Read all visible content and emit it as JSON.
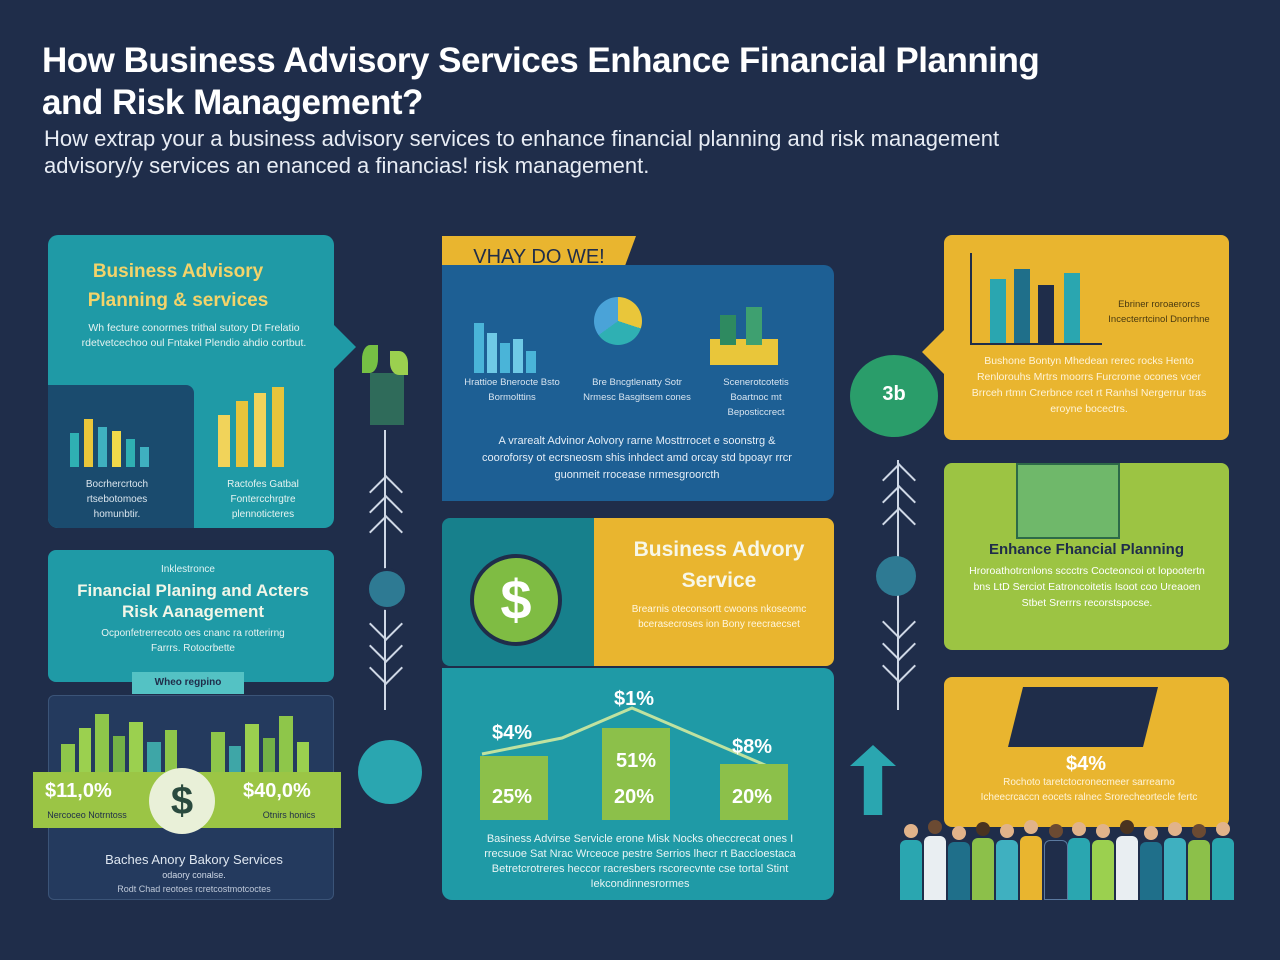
{
  "header": {
    "title": "How Business Advisory Services Enhance Financial Planning and Risk Management?",
    "subtitle": "How extrap your a business advisory services to enhance financial planning and risk management advisory/y services an enanced a financias! risk management."
  },
  "left": {
    "top_title": "Business Advisory Planning & services",
    "top_text": "Wh fecture conormes trithal sutory Dt Frelatio rdetvetcechoo oul Fntakel Plendio ahdio cortbut.",
    "chart1_caption": "Bocrhercrtoch rtsebotomoes homunbtir.",
    "chart2_caption": "Ractofes Gatbal Fontercchrgtre plennoticteres",
    "mid_tag": "Inklestronce",
    "mid_title": "Financial Planing and Acters Risk Aanagement",
    "mid_text": "Ocponfetrerrecoto oes cnanc ra rotterirng Farrrs. Rotocrbette",
    "ribbon": "Wheo regpino",
    "left_pct": "$11,0%",
    "right_pct": "$40,0%",
    "left_pct_caption": "Nercoceo Notrntoss",
    "right_pct_caption": "Otnirs honics",
    "bottom_title": "Baches Anory Bakory Services",
    "bottom_sub": "odaory conalse.",
    "bottom_small": "Rodt Chad reotoes rcretcostmotcoctes"
  },
  "center": {
    "tag": "VHAY DO WE!",
    "icons": [
      {
        "caption": "Hrattioe Bnerocte Bsto Bormolttins",
        "icon": "building-chart-icon"
      },
      {
        "caption": "Bre Bncgtlenatty Sotr Nrmesc Basgitsem cones",
        "icon": "pie-chart-icon"
      },
      {
        "caption": "Scenerotcotetis Boartnoc mt Beposticcrect",
        "icon": "landscape-icon"
      }
    ],
    "blue_text": "A vrarealt Advinor Aolvory rarne Mosttrrocet e soonstrg & cooroforsy ot ecrsneosm shis inhdect amd orcay std bpoayr rrcr guonmeit rrocease nrmesgroorcth",
    "service_title": "Business Advory Service",
    "service_text": "Brearnis oteconsortt cwoons nkoseomc bcerasecroses ion Bony reecraecset",
    "chart_top": "$1%",
    "chart_left": "$4%",
    "chart_right": "$8%",
    "chart_mid": "51%",
    "bars": [
      "25%",
      "20%",
      "20%"
    ],
    "bottom_text": "Basiness Advirse Servicle erone Misk Nocks oheccrecat ones I rrecsuoe Sat Nrac Wrceoce pestre Serrios lhecr rt Baccloestaca Betretcrotreres heccor racresbers rscorecvnte cse tortal Stint Iekcondinnesrormes"
  },
  "right": {
    "top_text": "Ebriner roroaerorcs Incecterrtcinol Dnorrhne",
    "top_para": "Bushone Bontyn Mhedean rerec rocks Hento Renlorouhs Mrtrs moorrs Furcrome ocones voer Brrceh rtmn Crerbnce rcet rt Ranhsl Nergerrur tras eroyne bocectrs.",
    "badge": "3b",
    "green_title": "Enhance Fhancial Planning",
    "green_text": "Hroroathotrcnlons sccctrs Cocteoncoi ot lopootertn bns LtD Serciot Eatroncoitetis Isoot coo Ureaoen Stbet Srerrrs recorstspocse.",
    "yellow_pct": "$4%",
    "yellow_text": "Rochoto taretctocronecmeer sarrearno Icheecrcaccn eocets ralnec Srorecheortecle fertc"
  },
  "colors": {
    "background": "#1f2d4a",
    "teal": "#1f9aa6",
    "blue": "#1d5f94",
    "yellow": "#e9b52f",
    "green": "#84b242"
  }
}
